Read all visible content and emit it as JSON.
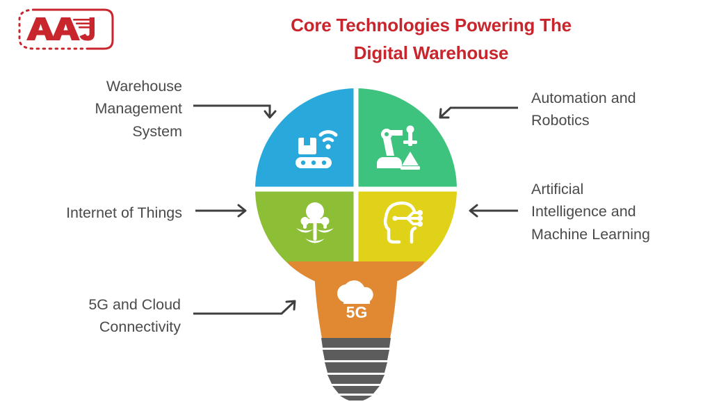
{
  "brand": {
    "logo_text": "AAJ",
    "logo_name": "aaj-logo"
  },
  "header": {
    "title_line1": "Core Technologies Powering The",
    "title_line2": "Digital Warehouse",
    "title_full": "Core Technologies Powering The Digital Warehouse",
    "title_color": "#C9252D"
  },
  "diagram": {
    "shape": "lightbulb",
    "segments": [
      {
        "id": "wms",
        "label_line1": "Warehouse",
        "label_line2": "Management",
        "label_line3": "System",
        "position": "top-left",
        "color": "#29A8DC",
        "icon": "conveyor-wifi-icon",
        "arrow": "elbow-right-down"
      },
      {
        "id": "automation",
        "label_line1": "Automation and",
        "label_line2": "Robotics",
        "position": "top-right",
        "color": "#3DC37E",
        "icon": "robot-arm-icon",
        "arrow": "elbow-left-down"
      },
      {
        "id": "iot",
        "label_line1": "Internet of Things",
        "position": "middle-left",
        "color": "#8CBE36",
        "icon": "iot-network-icon",
        "arrow": "straight-right"
      },
      {
        "id": "ai",
        "label_line1": "Artificial",
        "label_line2": "Intelligence and",
        "label_line3": "Machine Learning",
        "position": "middle-right",
        "color": "#E0D119",
        "icon": "ai-head-circuit-icon",
        "arrow": "straight-left"
      },
      {
        "id": "fiveg",
        "label_line1": "5G and Cloud",
        "label_line2": "Connectivity",
        "position": "bottom",
        "color": "#E08832",
        "icon": "cloud-5g-icon",
        "icon_text": "5G",
        "arrow": "diagonal-up-right"
      }
    ],
    "base_color": "#5C5C5C",
    "background_color": "#FFFFFF"
  }
}
